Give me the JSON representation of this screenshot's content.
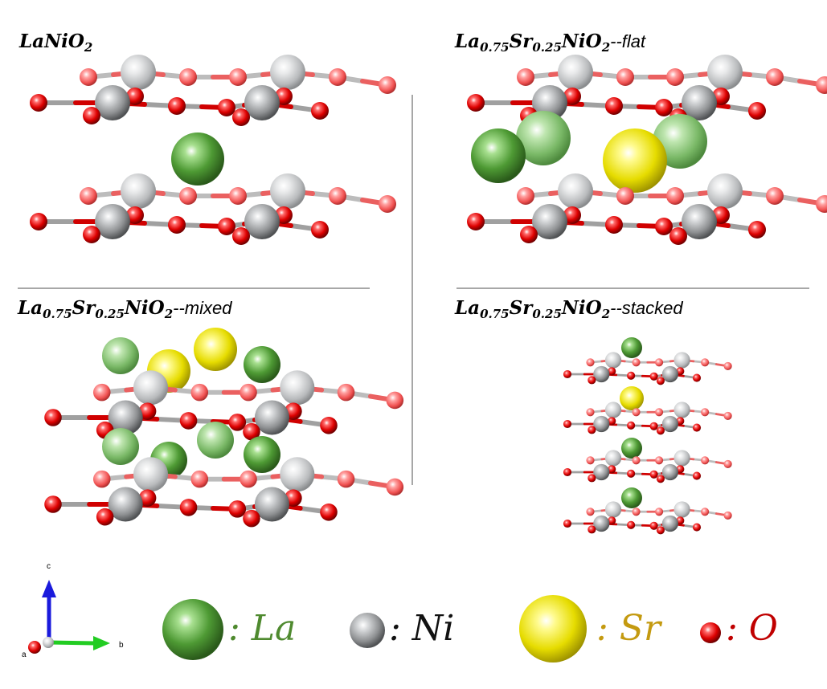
{
  "panels": [
    {
      "formula": "LaNiO",
      "sub1": "",
      "sub2": "",
      "subscript": "2",
      "suffix": ""
    },
    {
      "formula": "La",
      "sub1": "0.75",
      "mid": "Sr",
      "sub2": "0.25",
      "tail": "NiO",
      "subscript": "2",
      "suffix": "--flat"
    },
    {
      "formula": "La",
      "sub1": "0.75",
      "mid": "Sr",
      "sub2": "0.25",
      "tail": "NiO",
      "subscript": "2",
      "suffix": "--mixed"
    },
    {
      "formula": "La",
      "sub1": "0.75",
      "mid": "Sr",
      "sub2": "0.25",
      "tail": "NiO",
      "subscript": "2",
      "suffix": "--stacked"
    }
  ],
  "legend": {
    "la": {
      "label": ": La",
      "color": "#4f8a2f"
    },
    "ni": {
      "label": ": Ni",
      "color": "#111111"
    },
    "sr": {
      "label": ": Sr",
      "color": "#c49a10"
    },
    "o": {
      "label": ": O",
      "color": "#c00000"
    }
  },
  "axes": {
    "c": "c",
    "b": "b",
    "a": "a"
  },
  "colors": {
    "la": "#4fa03a",
    "ni": "#9a9c9e",
    "sr": "#e8e000",
    "o": "#e00000",
    "bond_o": "#d00000",
    "bond_ni": "#a8a8a8"
  }
}
